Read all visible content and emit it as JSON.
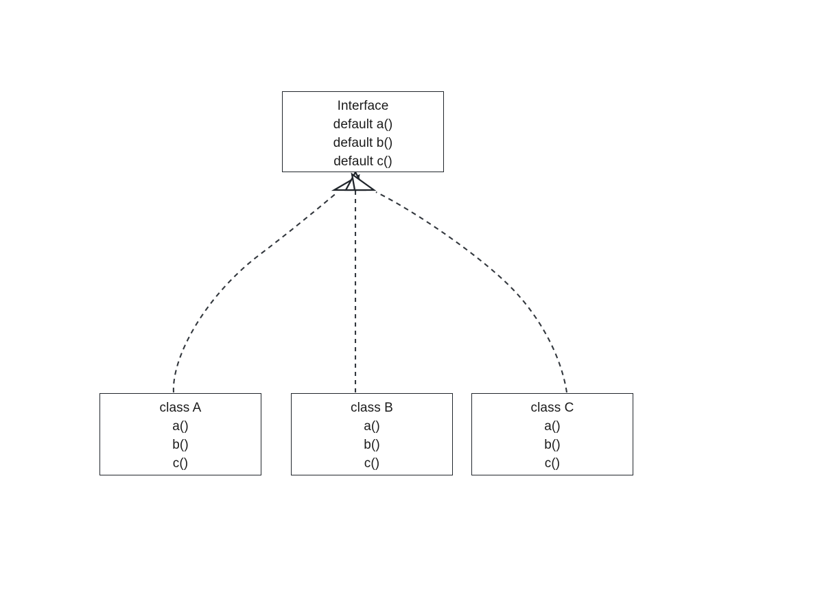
{
  "diagram": {
    "type": "uml-class-diagram",
    "relationship": "realization",
    "line_style": "dashed",
    "arrowhead": "hollow-triangle",
    "stroke_color": "#20252b",
    "text_color": "#1a1a1a",
    "background_color": "#ffffff"
  },
  "interface": {
    "name": "Interface",
    "members": [
      "default a()",
      "default b()",
      "default c()"
    ]
  },
  "classes": [
    {
      "name": "class A",
      "members": [
        "a()",
        "b()",
        "c()"
      ]
    },
    {
      "name": "class B",
      "members": [
        "a()",
        "b()",
        "c()"
      ]
    },
    {
      "name": "class C",
      "members": [
        "a()",
        "b()",
        "c()"
      ]
    }
  ],
  "connectors": [
    {
      "from": "class A",
      "to": "Interface",
      "kind": "implements"
    },
    {
      "from": "class B",
      "to": "Interface",
      "kind": "implements"
    },
    {
      "from": "class C",
      "to": "Interface",
      "kind": "implements"
    }
  ]
}
